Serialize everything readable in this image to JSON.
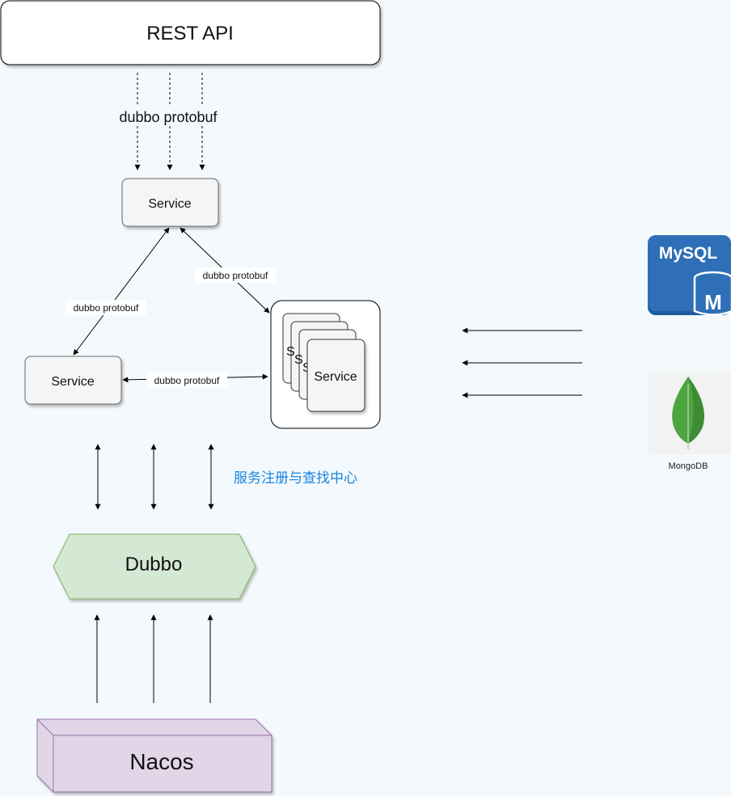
{
  "diagram": {
    "rest_api_label": "REST API",
    "top_edge_label": "dubbo protobuf",
    "service_top_label": "Service",
    "service_left_label": "Service",
    "service_cluster_label": "Service",
    "stack_peek_letters": [
      "S",
      "S",
      "S"
    ],
    "edge_top_left_label": "dubbo protobuf",
    "edge_top_right_label": "dubbo protobuf",
    "edge_left_right_label": "dubbo protobuf",
    "registry_label": "服务注册与查找中心",
    "dubbo_label": "Dubbo",
    "nacos_label": "Nacos",
    "mysql_label": "MySQL",
    "mysql_badge_letter": "M",
    "mongodb_label": "MongoDB"
  },
  "colors": {
    "background": "#f3f9fd",
    "dubbo_fill": "#d5e8d4",
    "dubbo_stroke": "#82b366",
    "nacos_fill": "#e1d5e7",
    "nacos_stroke": "#9673a6",
    "registry_text": "#1a85e0",
    "mysql_blue": "#2e6fb7",
    "mongo_green": "#4ca53f"
  }
}
